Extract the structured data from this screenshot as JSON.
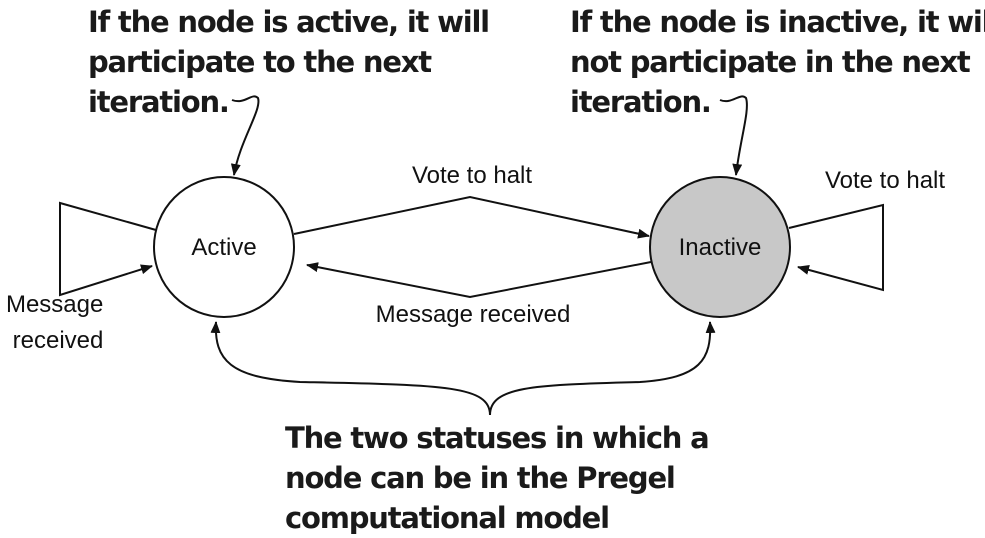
{
  "nodes": {
    "active": {
      "label": "Active",
      "fill": "#ffffff"
    },
    "inactive": {
      "label": "Inactive",
      "fill": "#c8c8c8"
    }
  },
  "edges": {
    "active_to_inactive": "Vote to halt",
    "inactive_to_active": "Message received",
    "active_self": [
      "Message",
      "received"
    ],
    "inactive_self": "Vote to halt"
  },
  "annotations": {
    "active_note": [
      "If the node is active, it will",
      "participate to the next",
      "iteration."
    ],
    "inactive_note": [
      "If the node is inactive, it will",
      "not participate in the next",
      "iteration."
    ],
    "caption": [
      "The two statuses in which a",
      "node can be in the Pregel",
      "computational model"
    ]
  }
}
